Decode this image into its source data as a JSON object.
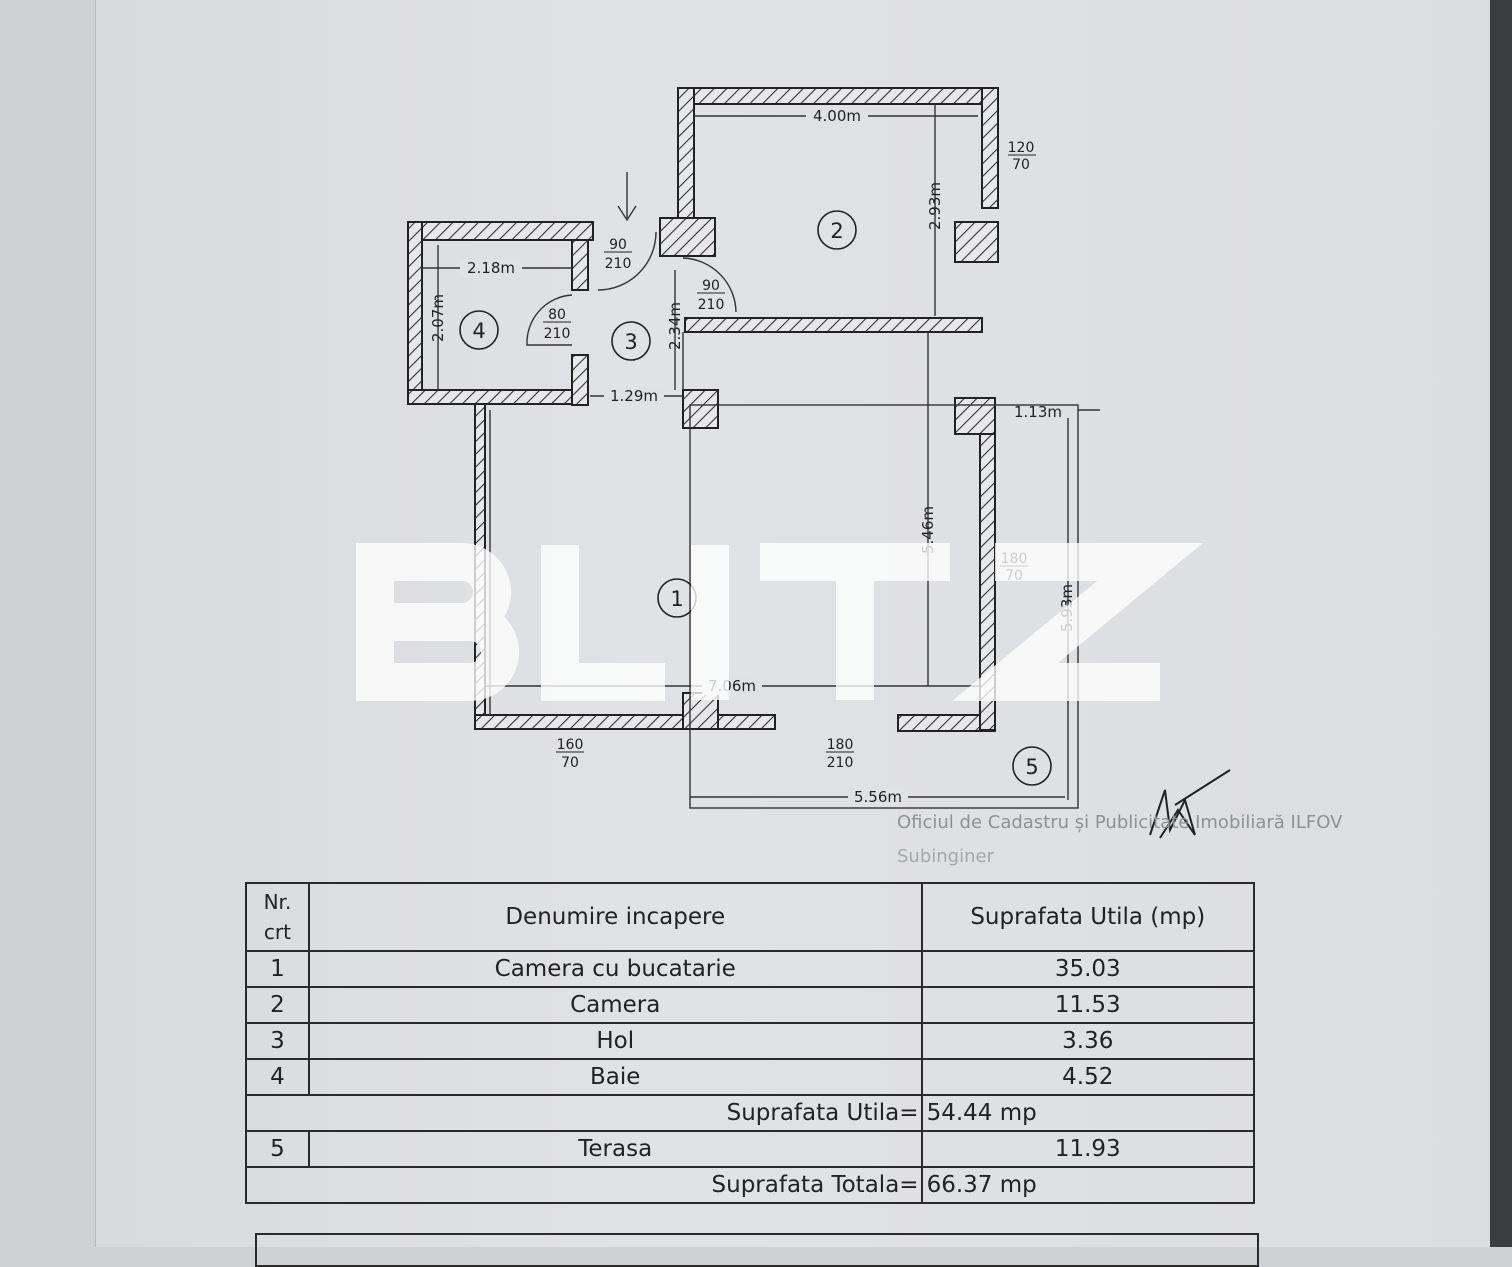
{
  "plan": {
    "rooms": [
      {
        "number": "1"
      },
      {
        "number": "2"
      },
      {
        "number": "3"
      },
      {
        "number": "4"
      },
      {
        "number": "5"
      }
    ],
    "dimensions": {
      "room2_width": "4.00m",
      "room2_height": "2.93m",
      "room4_width": "2.18m",
      "room4_height": "2.07m",
      "hall_height": "2.34m",
      "hall_width": "1.29m",
      "room1_width": "7.06m",
      "room1_height": "5.46m",
      "terrace_offset": "1.13m",
      "terrace_height": "5.93m",
      "terrace_width": "5.56m"
    },
    "openings": [
      {
        "top": "120",
        "bottom": "70"
      },
      {
        "top": "90",
        "bottom": "210"
      },
      {
        "top": "90",
        "bottom": "210"
      },
      {
        "top": "80",
        "bottom": "210"
      },
      {
        "top": "180",
        "bottom": "70"
      },
      {
        "top": "160",
        "bottom": "70"
      },
      {
        "top": "180",
        "bottom": "210"
      }
    ]
  },
  "stamp": {
    "line1": "Oficiul de Cadastru și Publicitate Imobiliară ILFOV",
    "line3": "Subinginer"
  },
  "watermark": "BLITZ",
  "table": {
    "headers": {
      "nr": "Nr. crt",
      "name": "Denumire incapere",
      "area": "Suprafata Utila (mp)"
    },
    "rows": [
      {
        "nr": "1",
        "name": "Camera cu bucatarie",
        "area": "35.03"
      },
      {
        "nr": "2",
        "name": "Camera",
        "area": "11.53"
      },
      {
        "nr": "3",
        "name": "Hol",
        "area": "3.36"
      },
      {
        "nr": "4",
        "name": "Baie",
        "area": "4.52"
      }
    ],
    "subtotal_label": "Suprafata Utila=",
    "subtotal_value": "54.44 mp",
    "terrace": {
      "nr": "5",
      "name": "Terasa",
      "area": "11.93"
    },
    "total_label": "Suprafata Totala=",
    "total_value": "66.37 mp"
  }
}
